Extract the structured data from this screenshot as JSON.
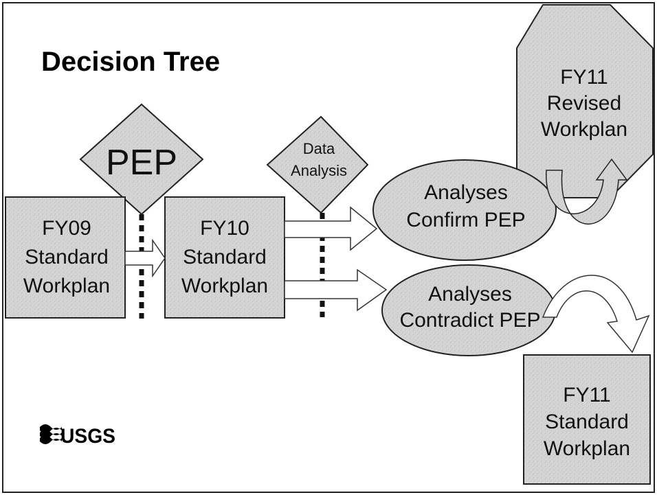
{
  "slide": {
    "title": "Decision Tree",
    "logo_text": "USGS"
  },
  "diamonds": {
    "pep": "PEP",
    "data_analysis": [
      "Data",
      "Analysis"
    ]
  },
  "boxes": {
    "fy09": [
      "FY09",
      "Standard",
      "Workplan"
    ],
    "fy10": [
      "FY10",
      "Standard",
      "Workplan"
    ],
    "fy11_standard": [
      "FY11",
      "Standard",
      "Workplan"
    ]
  },
  "ovals": {
    "confirm": [
      "Analyses",
      "Confirm PEP"
    ],
    "contradict": [
      "Analyses",
      "Contradict PEP"
    ]
  },
  "octagon": {
    "fy11_revised": [
      "FY11",
      "Revised",
      "Workplan"
    ]
  },
  "colors": {
    "shape_fill": "#d4d4d4",
    "stroke": "#222222",
    "background": "#ffffff",
    "dotted_line": "#111111"
  }
}
